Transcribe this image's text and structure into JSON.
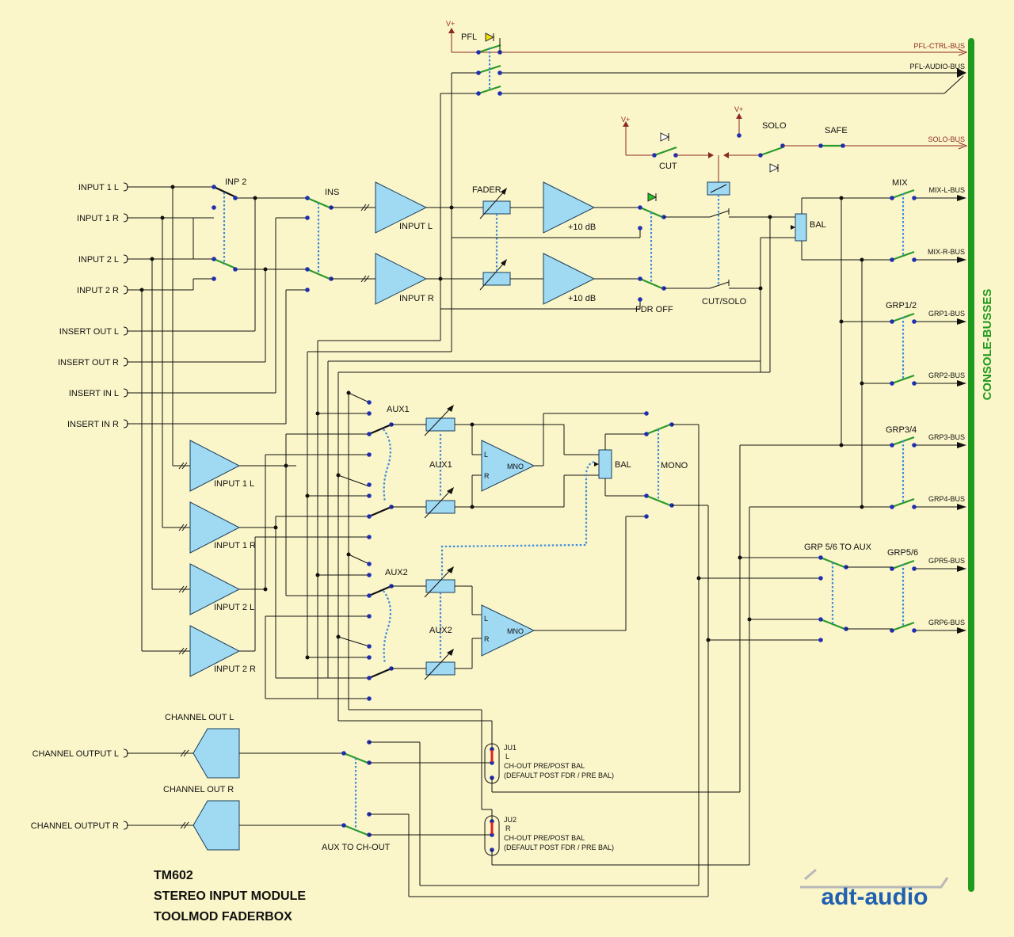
{
  "title": {
    "line1": "TM602",
    "line2": "STEREO INPUT MODULE",
    "line3": "TOOLMOD FADERBOX"
  },
  "logo": {
    "text": "adt-audio"
  },
  "console_busses": {
    "label": "CONSOLE-BUSSES",
    "color": "#1e9a1e"
  },
  "busses": [
    "PFL-CTRL-BUS",
    "PFL-AUDIO-BUS",
    "SOLO-BUS",
    "MIX-L-BUS",
    "MIX-R-BUS",
    "GRP1-BUS",
    "GRP2-BUS",
    "GRP3-BUS",
    "GRP4-BUS",
    "GPR5-BUS",
    "GRP6-BUS"
  ],
  "inputs": [
    "INPUT 1 L",
    "INPUT 1 R",
    "INPUT 2 L",
    "INPUT 2 R",
    "INSERT OUT L",
    "INSERT OUT R",
    "INSERT IN L",
    "INSERT IN R"
  ],
  "outputs": [
    "CHANNEL OUTPUT L",
    "CHANNEL OUTPUT R"
  ],
  "labels": {
    "vplus": "V+",
    "pfl": "PFL",
    "solo": "SOLO",
    "safe": "SAFE",
    "cut": "CUT",
    "inp2": "INP 2",
    "ins": "INS",
    "fader": "FADER",
    "input_l": "INPUT L",
    "input_r": "INPUT R",
    "plus10": "+10 dB",
    "fdr_off": "FDR OFF",
    "cut_solo": "CUT/SOLO",
    "bal": "BAL",
    "mix": "MIX",
    "grp12": "GRP1/2",
    "grp34": "GRP3/4",
    "grp56_to_aux": "GRP 5/6 TO AUX",
    "grp56": "GRP5/6",
    "aux1": "AUX1",
    "aux2": "AUX2",
    "mono": "MONO",
    "mno": "MNO",
    "l": "L",
    "r": "R",
    "amp_1l": "INPUT 1 L",
    "amp_1r": "INPUT 1 R",
    "amp_2l": "INPUT 2 L",
    "amp_2r": "INPUT 2 R",
    "ch_out_l": "CHANNEL OUT L",
    "ch_out_r": "CHANNEL OUT R",
    "aux_to_chout": "AUX TO CH-OUT",
    "ju1": "JU1",
    "ju2": "JU2",
    "ch_out_prepost": "CH-OUT PRE/POST BAL",
    "default_post": "(DEFAULT POST FDR / PRE BAL)"
  },
  "led_colors": {
    "pfl": "#f2e000",
    "mix": "#22c422",
    "cut": "#ffffff",
    "safe": "#ffffff"
  }
}
